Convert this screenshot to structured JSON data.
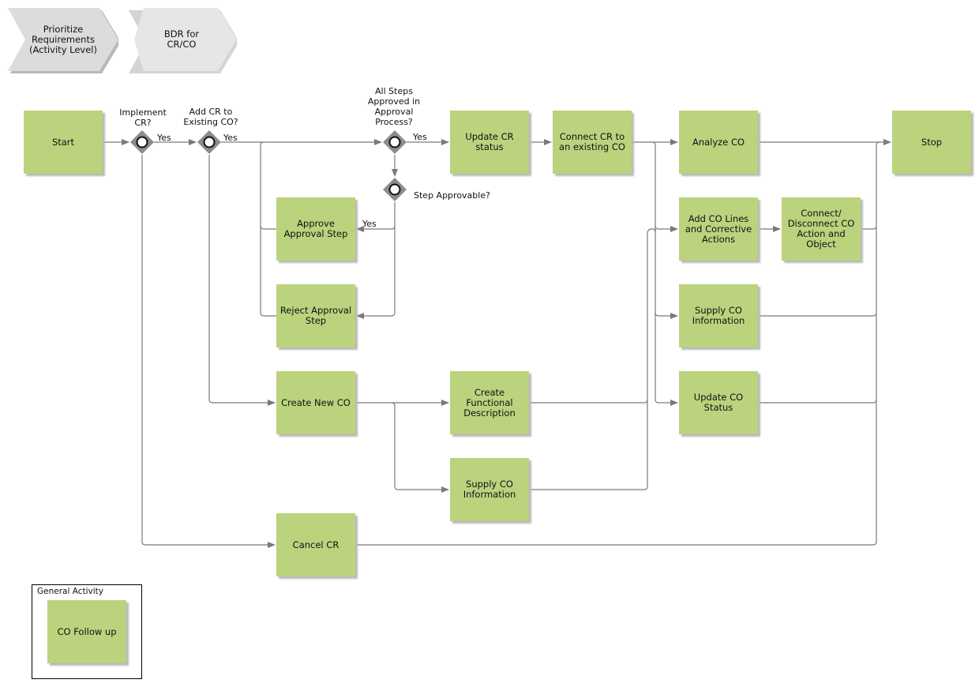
{
  "phases": {
    "prioritize": "Prioritize\nRequirements\n(Activity Level)",
    "bdr": "BDR for\nCR/CO"
  },
  "activities": {
    "start": "Start",
    "update_cr_status": "Update CR\nstatus",
    "connect_cr": "Connect CR to\nan existing CO",
    "analyze_co": "Analyze CO",
    "stop": "Stop",
    "approve_step": "Approve\nApproval Step",
    "reject_step": "Reject Approval\nStep",
    "add_co_lines": "Add CO Lines\nand Corrective\nActions",
    "connect_disconnect": "Connect/\nDisconnect CO\nAction and\nObject",
    "supply_co_info_right": "Supply CO\nInformation",
    "create_new_co": "Create New CO",
    "create_func_desc": "Create\nFunctional\nDescription",
    "update_co_status": "Update CO\nStatus",
    "supply_co_info_mid": "Supply CO\nInformation",
    "cancel_cr": "Cancel CR"
  },
  "gateways": {
    "implement_cr": "Implement\nCR?",
    "add_cr_existing": "Add CR to\nExisting CO?",
    "all_steps_approved": "All Steps\nApproved in\nApproval\nProcess?",
    "step_approvable": "Step Approvable?"
  },
  "edge_labels": {
    "yes1": "Yes",
    "yes2": "Yes",
    "yes3": "Yes",
    "yes4": "Yes"
  },
  "legend": {
    "title": "General Activity",
    "item": "CO Follow up"
  },
  "colors": {
    "activity": "#bbd37d",
    "phase": "#dcdcdc",
    "gateway": "#8c8c8c",
    "connector": "#7a7a7a"
  }
}
